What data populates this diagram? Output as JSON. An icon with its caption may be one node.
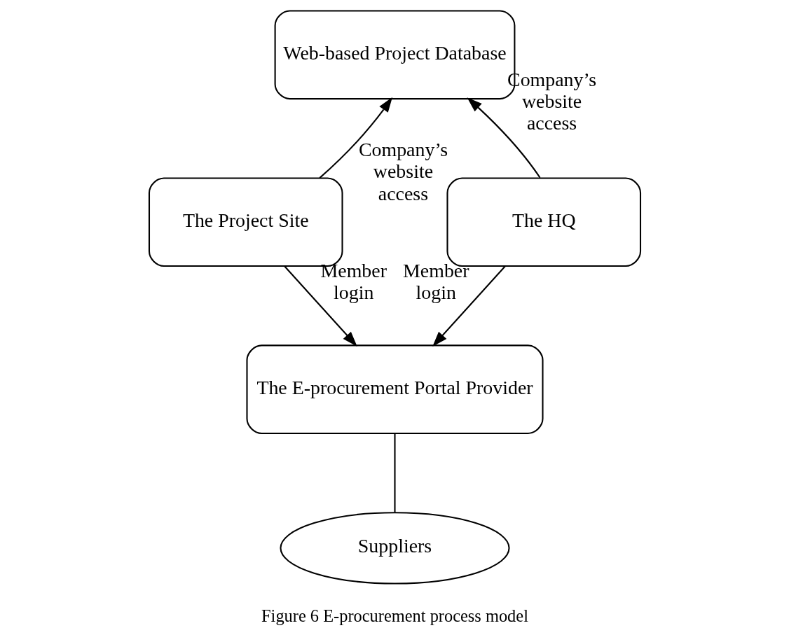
{
  "diagram": {
    "caption": "Figure 6 E-procurement process model",
    "nodes": [
      {
        "text": [
          "Web-based Project Database"
        ]
      },
      {
        "text": [
          "The Project Site"
        ]
      },
      {
        "text": [
          "The HQ"
        ]
      },
      {
        "text": [
          "The E-procurement Portal Provider"
        ]
      },
      {
        "text": [
          "Suppliers"
        ]
      }
    ],
    "edges": [
      {
        "from": 1,
        "to": 0,
        "arrow": "to",
        "label": "Company’s website access"
      },
      {
        "from": 2,
        "to": 0,
        "arrow": "to",
        "label": "Company’s website access"
      },
      {
        "from": 1,
        "to": 3,
        "arrow": "to",
        "label": "Member login"
      },
      {
        "from": 2,
        "to": 3,
        "arrow": "to",
        "label": "Member login"
      },
      {
        "from": 3,
        "to": 4,
        "arrow": "none"
      }
    ]
  }
}
